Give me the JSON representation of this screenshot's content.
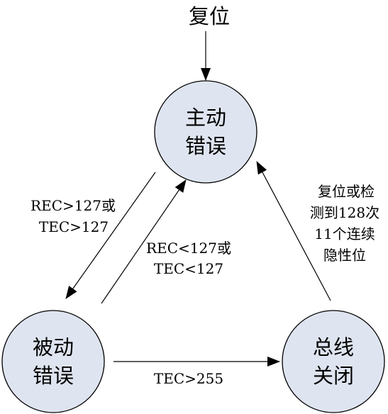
{
  "diagram": {
    "start_label": "复位",
    "nodes": {
      "active": {
        "line1": "主动",
        "line2": "错误"
      },
      "passive": {
        "line1": "被动",
        "line2": "错误"
      },
      "busoff": {
        "line1": "总线",
        "line2": "关闭"
      }
    },
    "edges": {
      "active_to_passive": {
        "line1": "REC>127或",
        "line2": "TEC>127"
      },
      "passive_to_active": {
        "line1": "REC<127或",
        "line2": "TEC<127"
      },
      "passive_to_busoff": {
        "line1": "TEC>255"
      },
      "busoff_to_active": {
        "line1": "复位或检",
        "line2": "测到128次",
        "line3": "11个连续",
        "line4": "隐性位"
      }
    }
  },
  "colors": {
    "node_fill": "#dfe5f0",
    "stroke": "#000000"
  }
}
